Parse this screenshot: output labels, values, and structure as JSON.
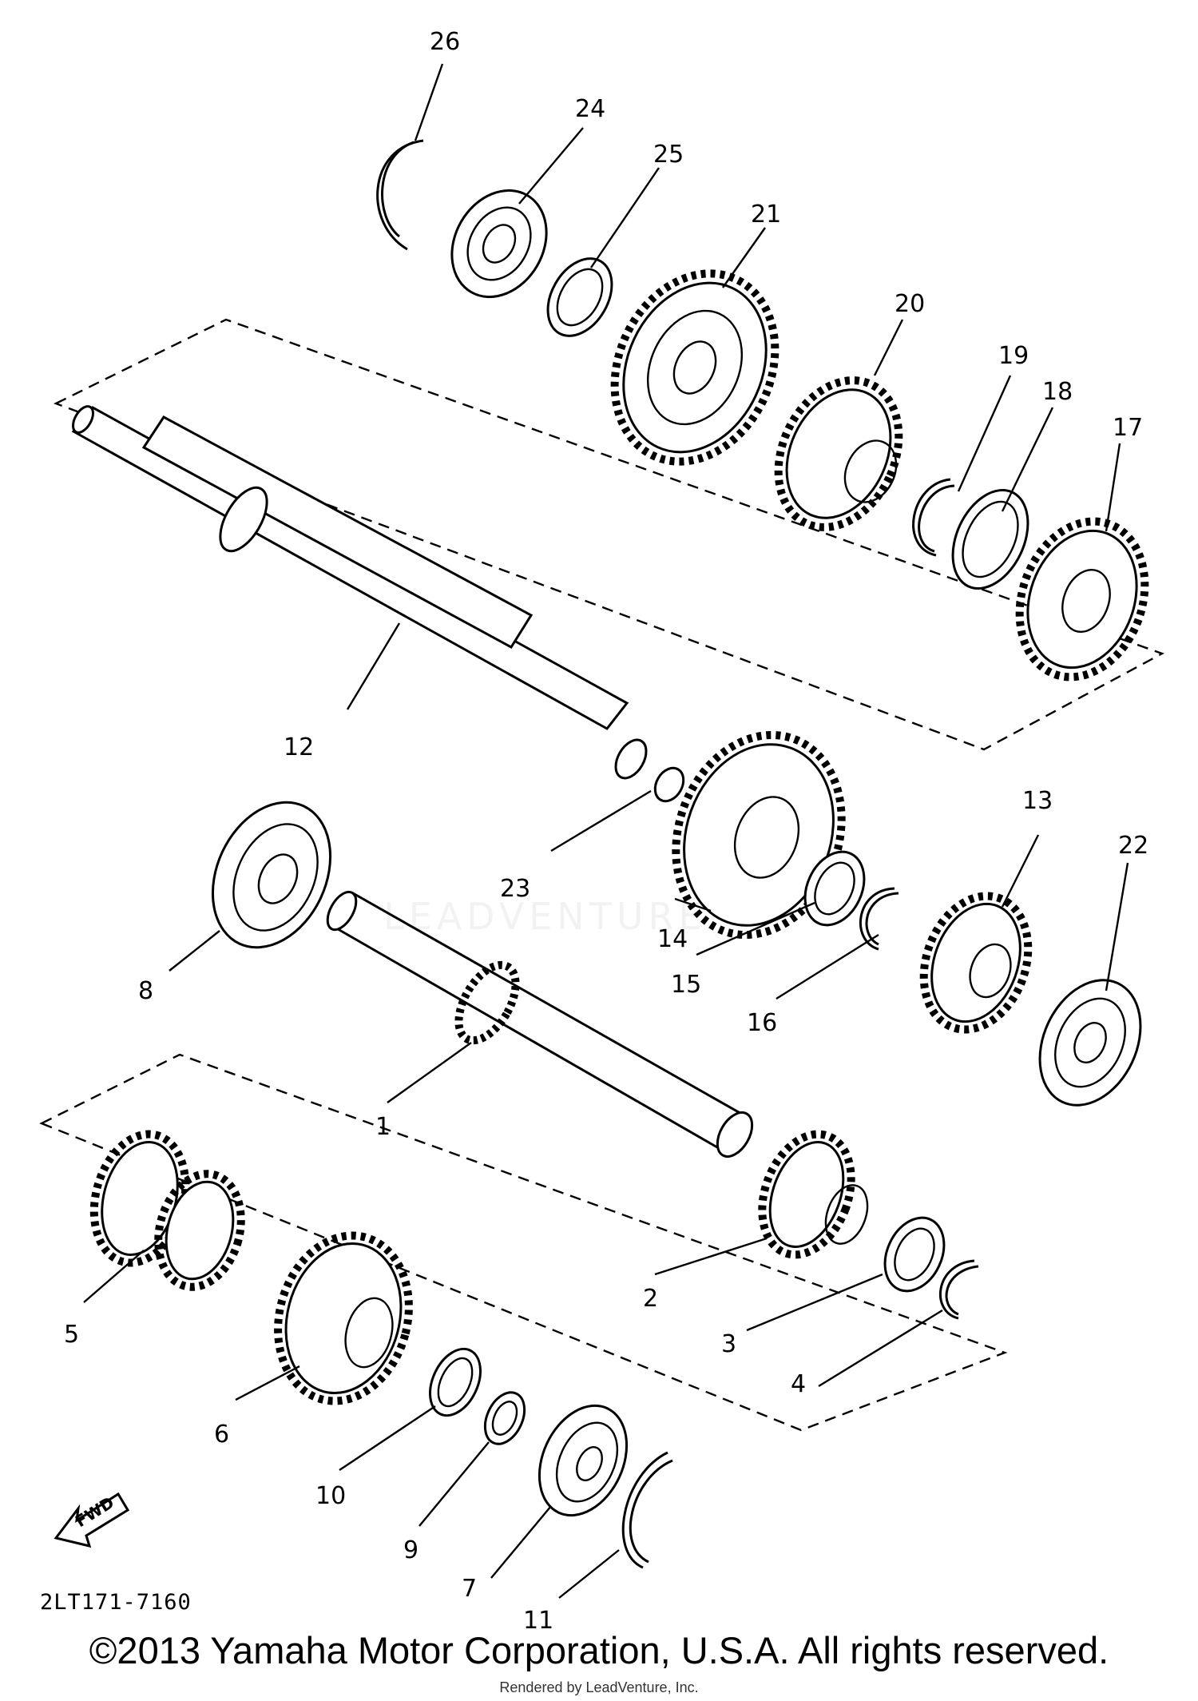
{
  "figure_code": "2LT171-7160",
  "fwd_label": "FWD",
  "watermark": "LEADVENTURE",
  "copyright": "©2013 Yamaha Motor Corporation, U.S.A. All rights reserved.",
  "rendered_by": "Rendered by LeadVenture, Inc.",
  "callouts": {
    "c1": "1",
    "c2": "2",
    "c3": "3",
    "c4": "4",
    "c5": "5",
    "c6": "6",
    "c7": "7",
    "c8": "8",
    "c9": "9",
    "c10": "10",
    "c11": "11",
    "c12": "12",
    "c13": "13",
    "c14": "14",
    "c15": "15",
    "c16": "16",
    "c17": "17",
    "c18": "18",
    "c19": "19",
    "c20": "20",
    "c21": "21",
    "c22": "22",
    "c23": "23",
    "c24": "24",
    "c25": "25",
    "c26": "26"
  }
}
